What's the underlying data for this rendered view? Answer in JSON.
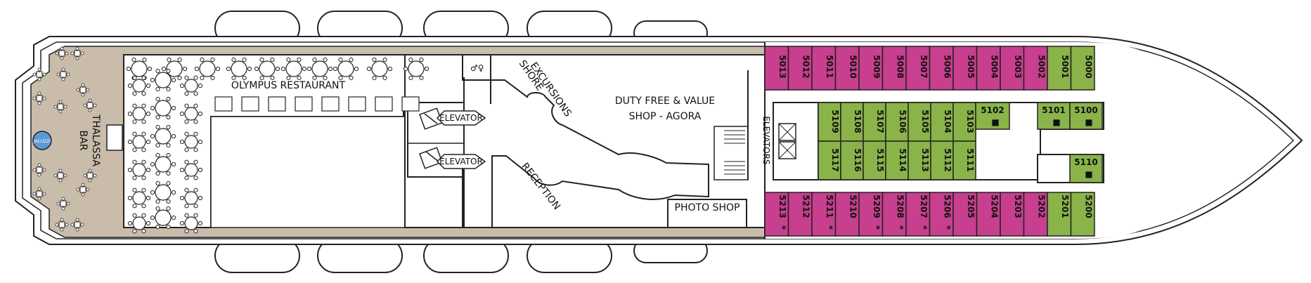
{
  "labels": {
    "restaurant": "OLYMPUS RESTAURANT",
    "bar_line1": "THALASSA",
    "bar_line2": "BAR",
    "jacuzzi": "JACUZZI",
    "elevator": "ELEVATOR",
    "shore_line1": "SHORE",
    "shore_line2": "EXCURSIONS",
    "reception": "RECEPTION",
    "duty_line1": "DUTY FREE & VALUE",
    "duty_line2": "SHOP - AGORA",
    "elevators": "ELEVATORS",
    "photo_shop": "PHOTO SHOP"
  },
  "colors": {
    "pink": "#c73f8e",
    "green": "#8ab34a",
    "deck": "#c9bcaa",
    "line": "#222222"
  },
  "cabins_top": [
    {
      "num": "5013",
      "color": "pink"
    },
    {
      "num": "5012",
      "color": "pink"
    },
    {
      "num": "5011",
      "color": "pink"
    },
    {
      "num": "5010",
      "color": "pink"
    },
    {
      "num": "5009",
      "color": "pink"
    },
    {
      "num": "5008",
      "color": "pink"
    },
    {
      "num": "5007",
      "color": "pink"
    },
    {
      "num": "5006",
      "color": "pink"
    },
    {
      "num": "5005",
      "color": "pink"
    },
    {
      "num": "5004",
      "color": "pink"
    },
    {
      "num": "5003",
      "color": "pink"
    },
    {
      "num": "5002",
      "color": "pink"
    },
    {
      "num": "5001",
      "color": "green"
    },
    {
      "num": "5000",
      "color": "green"
    }
  ],
  "cabins_bottom": [
    {
      "num": "5213",
      "color": "pink",
      "star": true
    },
    {
      "num": "5212",
      "color": "pink",
      "star": false
    },
    {
      "num": "5211",
      "color": "pink",
      "star": true
    },
    {
      "num": "5210",
      "color": "pink",
      "star": false
    },
    {
      "num": "5209",
      "color": "pink",
      "star": true
    },
    {
      "num": "5208",
      "color": "pink",
      "star": true
    },
    {
      "num": "5207",
      "color": "pink",
      "star": true
    },
    {
      "num": "5206",
      "color": "pink",
      "star": true
    },
    {
      "num": "5205",
      "color": "pink",
      "star": false
    },
    {
      "num": "5204",
      "color": "pink",
      "star": false
    },
    {
      "num": "5203",
      "color": "pink",
      "star": false
    },
    {
      "num": "5202",
      "color": "pink",
      "star": false
    },
    {
      "num": "5201",
      "color": "green",
      "star": false
    },
    {
      "num": "5200",
      "color": "green",
      "star": false
    }
  ],
  "cabins_inner_top": [
    "5109",
    "5108",
    "5107",
    "5106",
    "5105",
    "5104",
    "5103"
  ],
  "cabins_inner_bottom": [
    "5117",
    "5116",
    "5115",
    "5114",
    "5113",
    "5112",
    "5111"
  ],
  "cabins_accessible": [
    "5102",
    "5101",
    "5100",
    "5110"
  ],
  "star_symbol": "*",
  "accessible_symbol": "■"
}
